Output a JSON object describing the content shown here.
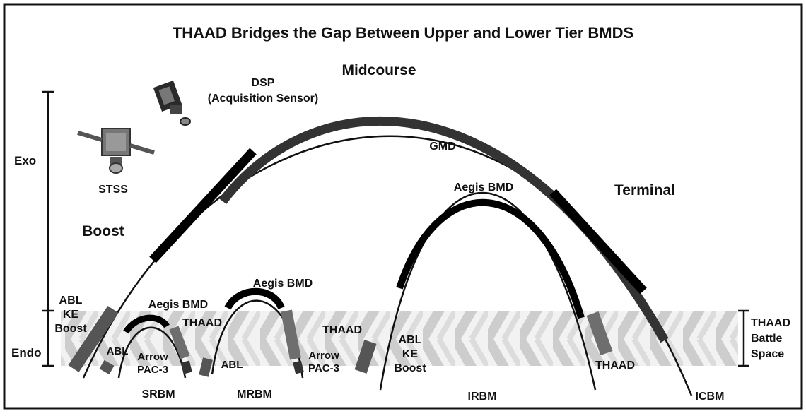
{
  "title": "THAAD Bridges the Gap Between Upper and Lower Tier BMDS",
  "phases": {
    "midcourse": "Midcourse",
    "terminal": "Terminal",
    "boost": "Boost"
  },
  "altitude": {
    "exo": "Exo",
    "endo": "Endo"
  },
  "sensors": {
    "dsp_line1": "DSP",
    "dsp_line2": "(Acquisition Sensor)",
    "stss": "STSS"
  },
  "missiles": {
    "srbm": "SRBM",
    "mrbm": "MRBM",
    "irbm": "IRBM",
    "icbm": "ICBM"
  },
  "systems": {
    "gmd": "GMD",
    "aegis_irbm": "Aegis BMD",
    "aegis_mrbm": "Aegis BMD",
    "aegis_srbm": "Aegis BMD",
    "thaad_srbm": "THAAD",
    "thaad_mrbm": "THAAD",
    "thaad_icbm": "THAAD",
    "abl_srbm": "ABL",
    "abl_mrbm": "ABL",
    "arrow_srbm_1": "Arrow",
    "arrow_srbm_2": "PAC-3",
    "arrow_mrbm_1": "Arrow",
    "arrow_mrbm_2": "PAC-3",
    "abl_ke_left_1": "ABL",
    "abl_ke_left_2": "KE",
    "abl_ke_left_3": "Boost",
    "abl_ke_irbm_1": "ABL",
    "abl_ke_irbm_2": "KE",
    "abl_ke_irbm_3": "Boost"
  },
  "battle_space": {
    "line1": "THAAD",
    "line2": "Battle",
    "line3": "Space"
  },
  "colors": {
    "trajectory": "#111111",
    "interceptor_dark": "#000000",
    "interceptor_mid": "#333333",
    "interceptor_gray": "#5a5a5a",
    "interceptor_light": "#7a7a7a",
    "band_chevron": "#cfcfcf"
  }
}
